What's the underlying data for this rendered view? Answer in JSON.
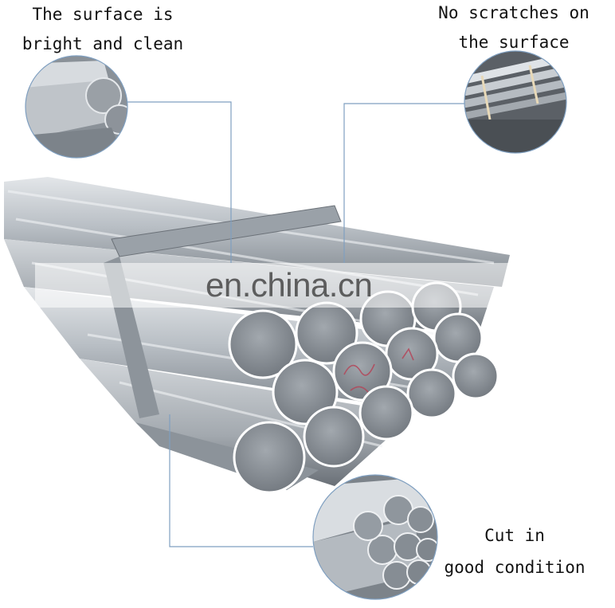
{
  "captions": {
    "top_left": [
      "The surface is",
      "bright and clean"
    ],
    "top_right": [
      "No scratches on",
      "the surface"
    ],
    "bottom_right": [
      "Cut in",
      "good condition"
    ]
  },
  "watermark": "en.china.cn",
  "colors": {
    "leader_line": "#7f9fc0",
    "metal_light": "#c9ced3",
    "metal_dark": "#6e757c",
    "end_face": "#8a9097"
  }
}
